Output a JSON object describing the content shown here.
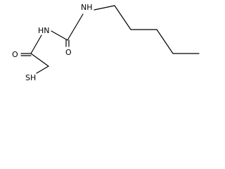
{
  "molecule": {
    "atoms": {
      "nh_top": "NH",
      "nh_mid": "HN",
      "o_left": "O",
      "o_right": "O",
      "sh": "SH"
    }
  }
}
